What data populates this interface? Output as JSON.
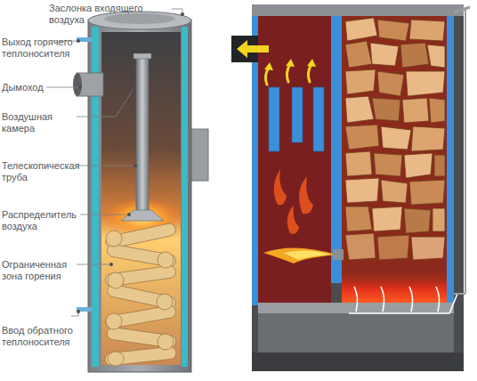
{
  "diagram": {
    "labels": [
      "Заслонка входящего воздуха",
      "Выход горячего теплоносителя",
      "Дымоход",
      "Воздушная камера",
      "Телескопическая труба",
      "Распределитель воздуха",
      "Ограниченная зона горения",
      "Ввод обратного теплоносителя"
    ]
  }
}
